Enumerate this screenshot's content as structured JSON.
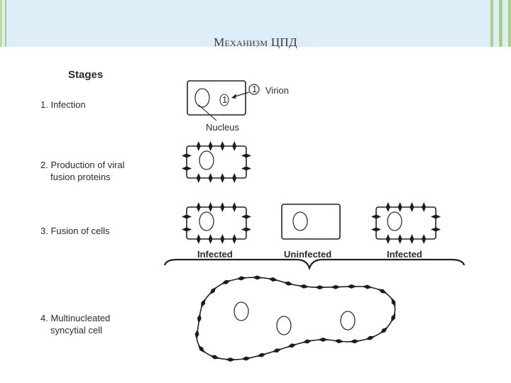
{
  "slide": {
    "title_initial": "М",
    "title_rest": "ЕХАНИЗМ",
    "title_tail": " ЦПД"
  },
  "diagram": {
    "stages_heading": "Stages",
    "stage1": "1. Infection",
    "stage2_line1": "2. Production of viral",
    "stage2_line2": "fusion proteins",
    "stage3": "3. Fusion of cells",
    "stage4_line1": "4. Multinucleated",
    "stage4_line2": "syncytial cell",
    "virion_marker": "1",
    "virion_label": "Virion",
    "nucleus_label": "Nucleus",
    "infected_left": "Infected",
    "uninfected": "Uninfected",
    "infected_right": "Infected"
  }
}
